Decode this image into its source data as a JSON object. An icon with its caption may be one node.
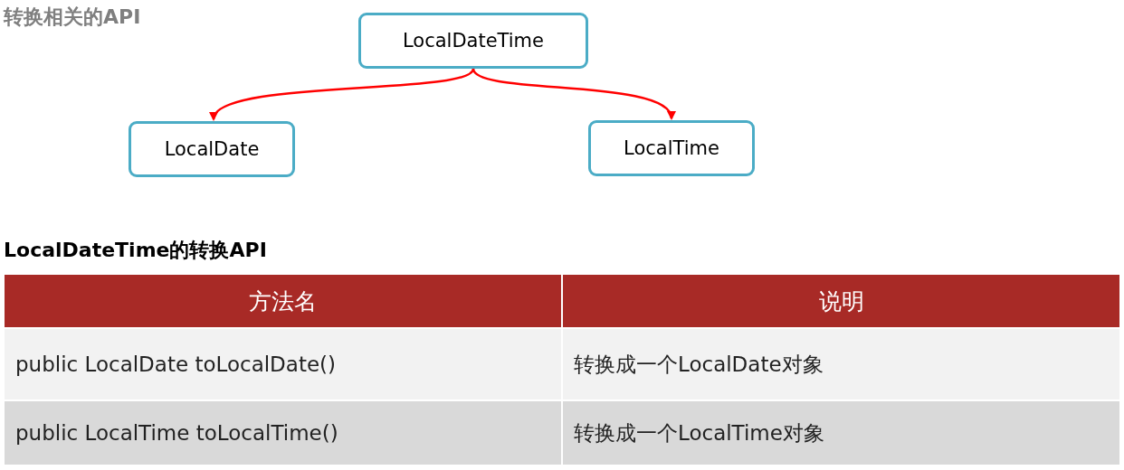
{
  "diagram": {
    "title": "转换相关的API",
    "nodes": [
      {
        "text": [
          "LocalDateTime"
        ]
      },
      {
        "text": [
          "LocalDate"
        ]
      },
      {
        "text": [
          "LocalTime"
        ]
      }
    ],
    "edges": [
      {
        "from": 0,
        "to": 1,
        "arrow": "to"
      },
      {
        "from": 0,
        "to": 2,
        "arrow": "to"
      }
    ],
    "labels": [
      "LocalDateTime的转换API",
      "方法名",
      "说明",
      "public LocalDate toLocalDate()",
      "转换成一个LocalDate对象",
      "public LocalTime toLocalTime()",
      "转换成一个LocalTime对象"
    ]
  }
}
